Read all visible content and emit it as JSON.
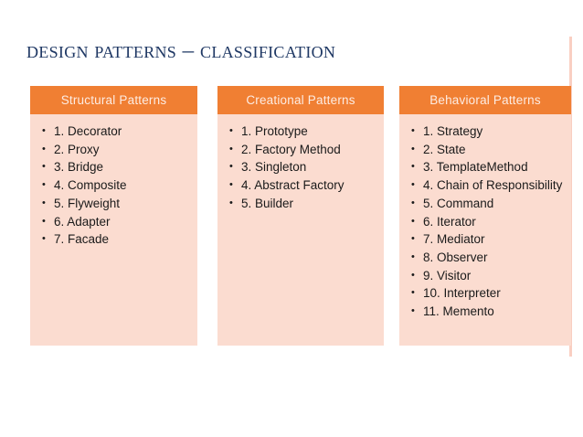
{
  "slide": {
    "title": "Design Patterns – Classification",
    "accent_color": "#F9CFC2",
    "title_color": "#1F3864",
    "header_bg": "#F07F33",
    "header_text_color": "#FDECE3",
    "panel_bg": "#FBDCD0",
    "background": "#FFFFFF"
  },
  "columns": [
    {
      "header": "Structural Patterns",
      "items": [
        "1. Decorator",
        "2. Proxy",
        "3. Bridge",
        "4. Composite",
        "5. Flyweight",
        "6. Adapter",
        "7. Facade"
      ]
    },
    {
      "header": "Creational Patterns",
      "items": [
        "1. Prototype",
        "2. Factory Method",
        "3. Singleton",
        "4. Abstract Factory",
        "5. Builder"
      ]
    },
    {
      "header": "Behavioral Patterns",
      "items": [
        "1. Strategy",
        "2. State",
        "3. TemplateMethod",
        "4. Chain of Responsibility",
        "5. Command",
        "6. Iterator",
        "7. Mediator",
        "8. Observer",
        "9. Visitor",
        "10. Interpreter",
        "11. Memento"
      ]
    }
  ]
}
